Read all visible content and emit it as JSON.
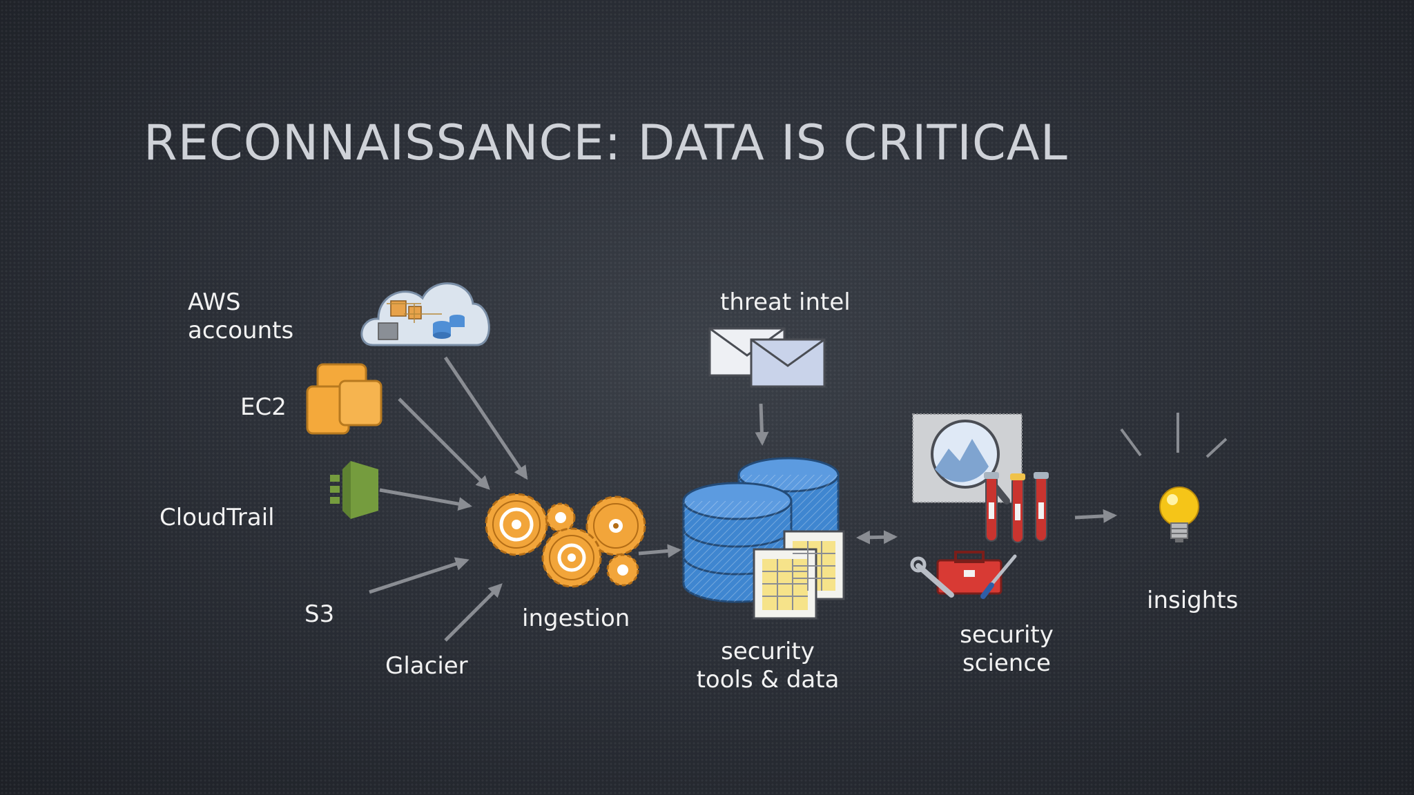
{
  "title": "RECONNAISSANCE: DATA IS CRITICAL",
  "sources": {
    "aws_accounts": [
      "AWS",
      "accounts"
    ],
    "ec2": "EC2",
    "cloudtrail": "CloudTrail",
    "s3": "S3",
    "glacier": "Glacier"
  },
  "stages": {
    "ingestion": "ingestion",
    "threat_intel": "threat intel",
    "security_tools": [
      "security",
      "tools & data"
    ],
    "security_science": [
      "security",
      "science"
    ],
    "insights": "insights"
  },
  "colors": {
    "title": "#cfd2d8",
    "label": "#f2f2f2",
    "arrow": "#8a8d93",
    "gear": "#f2a53a",
    "database": "#3f86d0",
    "ec2": "#f4a93b",
    "cloudtrail": "#759c3e",
    "envelope": "#c9d3ea",
    "toolbox": "#d83a34",
    "bulb": "#f5c518"
  },
  "icons": [
    "cloud-icon",
    "ec2-icon",
    "cloudtrail-icon",
    "gears-icon",
    "envelopes-icon",
    "database-icon",
    "spreadsheet-icon",
    "magnifier-icon",
    "test-tubes-icon",
    "toolbox-icon",
    "lightbulb-icon"
  ]
}
